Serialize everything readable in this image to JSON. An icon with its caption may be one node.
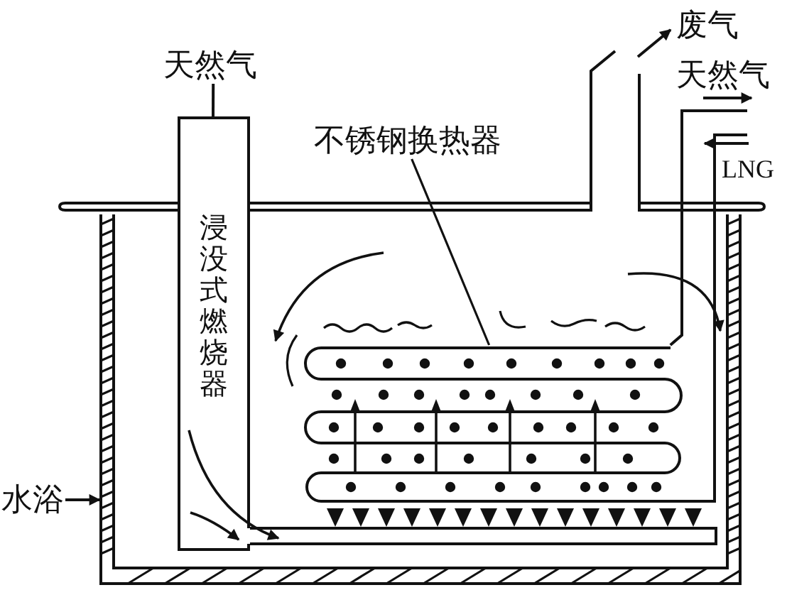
{
  "diagram": {
    "nodes": [
      {
        "text": [
          "天然气"
        ]
      },
      {
        "text": [
          "浸没式燃烧器"
        ]
      },
      {
        "text": [
          "不锈钢换热器"
        ]
      },
      {
        "text": [],
        "shape": "bar"
      },
      {
        "text": [],
        "shape": "box"
      },
      {
        "text": [],
        "shape": "picture",
        "in": 4
      },
      {
        "text": [
          "水浴"
        ]
      }
    ],
    "edges": [
      {
        "from": 0,
        "to": 1,
        "arrow": "none"
      },
      {
        "from": 2,
        "to": 5,
        "arrow": "none"
      },
      {
        "from": 6,
        "to": 4,
        "arrow": "to"
      },
      {
        "from": 5,
        "to": null,
        "arrow": "none"
      },
      {
        "from": null,
        "to": 5,
        "arrow": "none"
      }
    ],
    "labels": [
      "废气",
      "天然气",
      "LNG"
    ]
  }
}
